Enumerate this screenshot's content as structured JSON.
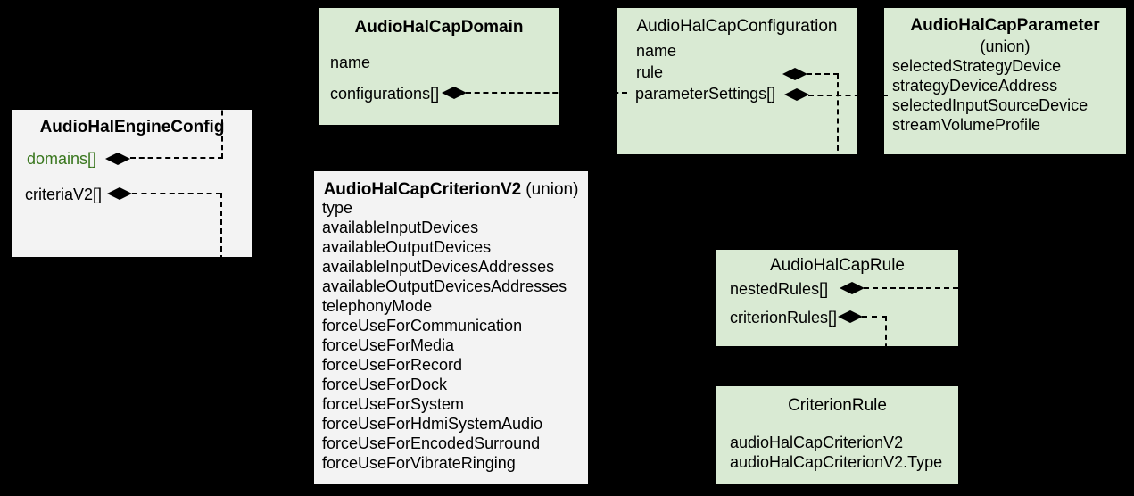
{
  "diagram": {
    "background_color": "#000000",
    "connector_color": "#000000",
    "box_color_green": "#d9ead3",
    "box_color_gray": "#f3f3f3",
    "accent_text_color": "#38761d"
  },
  "boxes": {
    "engine_config": {
      "title": "AudioHalEngineConfig",
      "fields": [
        "domains[]",
        "criteriaV2[]"
      ]
    },
    "cap_domain": {
      "title": "AudioHalCapDomain",
      "fields": [
        "name",
        "configurations[]"
      ]
    },
    "cap_configuration": {
      "title": "AudioHalCapConfiguration",
      "fields": [
        "name",
        "rule",
        "parameterSettings[]"
      ]
    },
    "cap_parameter": {
      "title": "AudioHalCapParameter",
      "subtitle": "(union)",
      "fields": [
        "selectedStrategyDevice",
        "strategyDeviceAddress",
        "selectedInputSourceDevice",
        "streamVolumeProfile"
      ]
    },
    "cap_criterion_v2": {
      "title": "AudioHalCapCriterionV2",
      "subtitle": "(union)",
      "fields": [
        "type",
        "availableInputDevices",
        "availableOutputDevices",
        "availableInputDevicesAddresses",
        "availableOutputDevicesAddresses",
        "telephonyMode",
        "forceUseForCommunication",
        "forceUseForMedia",
        "forceUseForRecord",
        "forceUseForDock",
        "forceUseForSystem",
        "forceUseForHdmiSystemAudio",
        "forceUseForEncodedSurround",
        "forceUseForVibrateRinging"
      ]
    },
    "cap_rule": {
      "title": "AudioHalCapRule",
      "fields": [
        "nestedRules[]",
        "criterionRules[]"
      ]
    },
    "criterion_rule": {
      "title": "CriterionRule",
      "fields": [
        "audioHalCapCriterionV2",
        "audioHalCapCriterionV2.Type"
      ]
    }
  }
}
